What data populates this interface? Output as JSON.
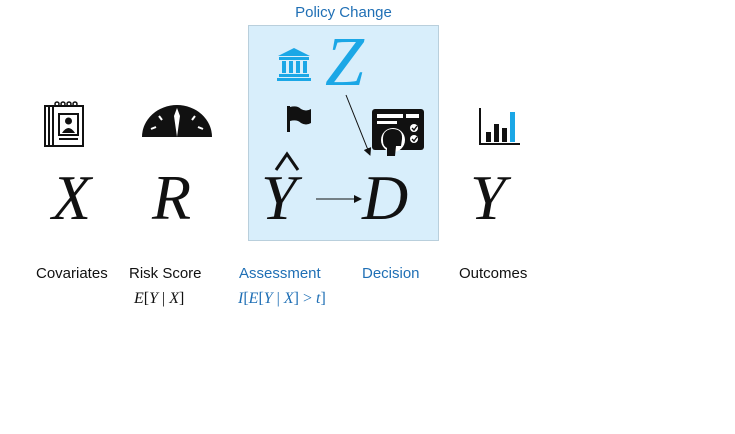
{
  "policy": {
    "title": "Policy Change",
    "symbol": "Z",
    "icon": "government-building-icon"
  },
  "nodes": [
    {
      "symbol": "X",
      "icon": "id-document-stack-icon",
      "label": "Covariates"
    },
    {
      "symbol": "R",
      "icon": "speedometer-gauge-icon",
      "label": "Risk Score",
      "formula_parts": [
        "E",
        "[",
        "Y",
        " | ",
        "X",
        "]"
      ]
    },
    {
      "symbol": "Y",
      "hat": true,
      "icon": "flag-icon",
      "label": "Assessment",
      "formula_parts": [
        "I",
        "[",
        "E",
        "[",
        "Y",
        " | ",
        "X",
        "] > ",
        "t",
        "]"
      ]
    },
    {
      "symbol": "D",
      "icon": "judge-panel-icon",
      "label": "Decision"
    },
    {
      "symbol": "Y",
      "icon": "bar-chart-icon",
      "label": "Outcomes"
    }
  ],
  "colors": {
    "policy_box_fill": "#d8eefb",
    "policy_accent": "#1ba7e6",
    "label_blue": "#1f6fb5",
    "ink": "#111111"
  },
  "arrows": [
    "Y-hat to D",
    "Z to D"
  ]
}
